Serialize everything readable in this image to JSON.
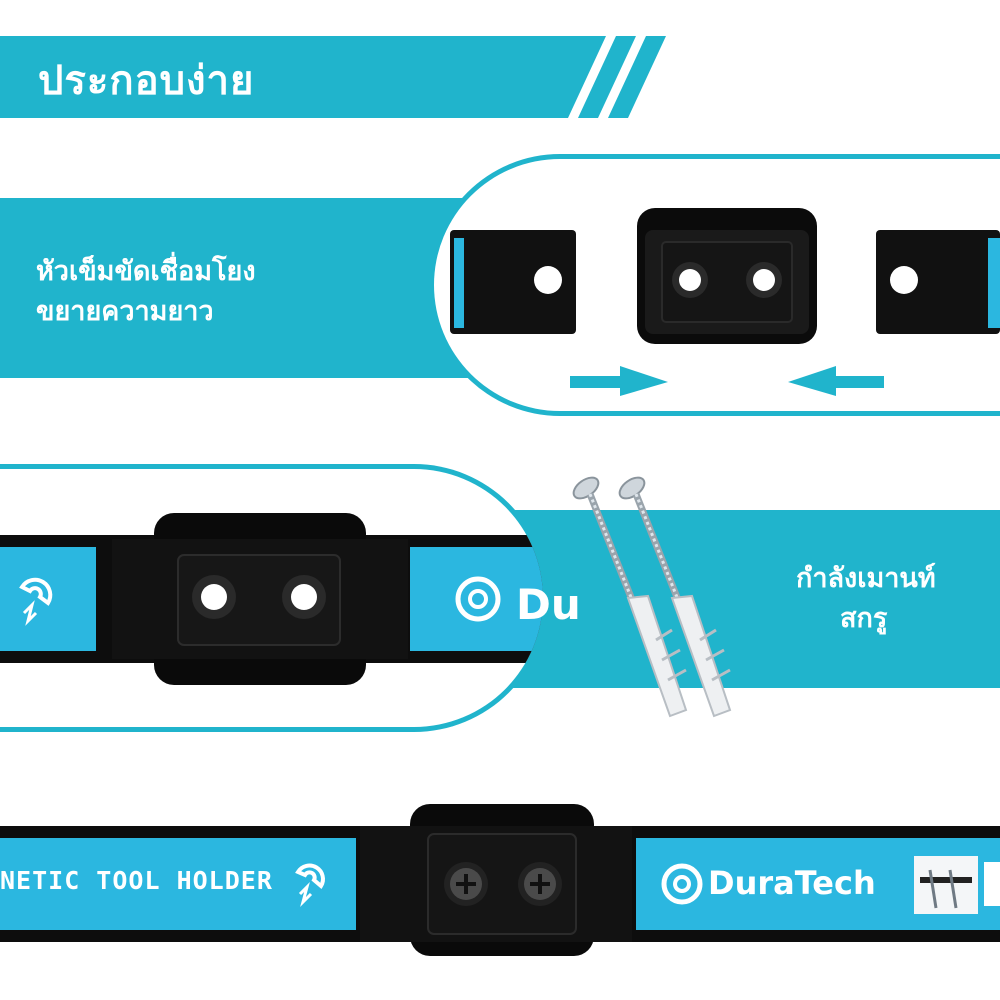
{
  "banner": {
    "title": "ประกอบง่าย"
  },
  "features": [
    {
      "lines": [
        "หัวเข็มขัดเชื่อมโยง",
        "ขยายความยาว"
      ]
    },
    {
      "lines": [
        "กำลังเมานท์",
        "สกรู"
      ]
    }
  ],
  "product": {
    "bar_text": "NETIC TOOL HOLDER",
    "brand": "DuraTech",
    "brand_partial": "Du"
  },
  "colors": {
    "accent": "#20b4cc",
    "bar_blue": "#2bb7e0",
    "black": "#111111"
  },
  "icons": [
    "magnet-icon",
    "gear-logo-icon",
    "arrow-right-icon",
    "arrow-left-icon",
    "screw-icon",
    "wall-plug-icon"
  ]
}
